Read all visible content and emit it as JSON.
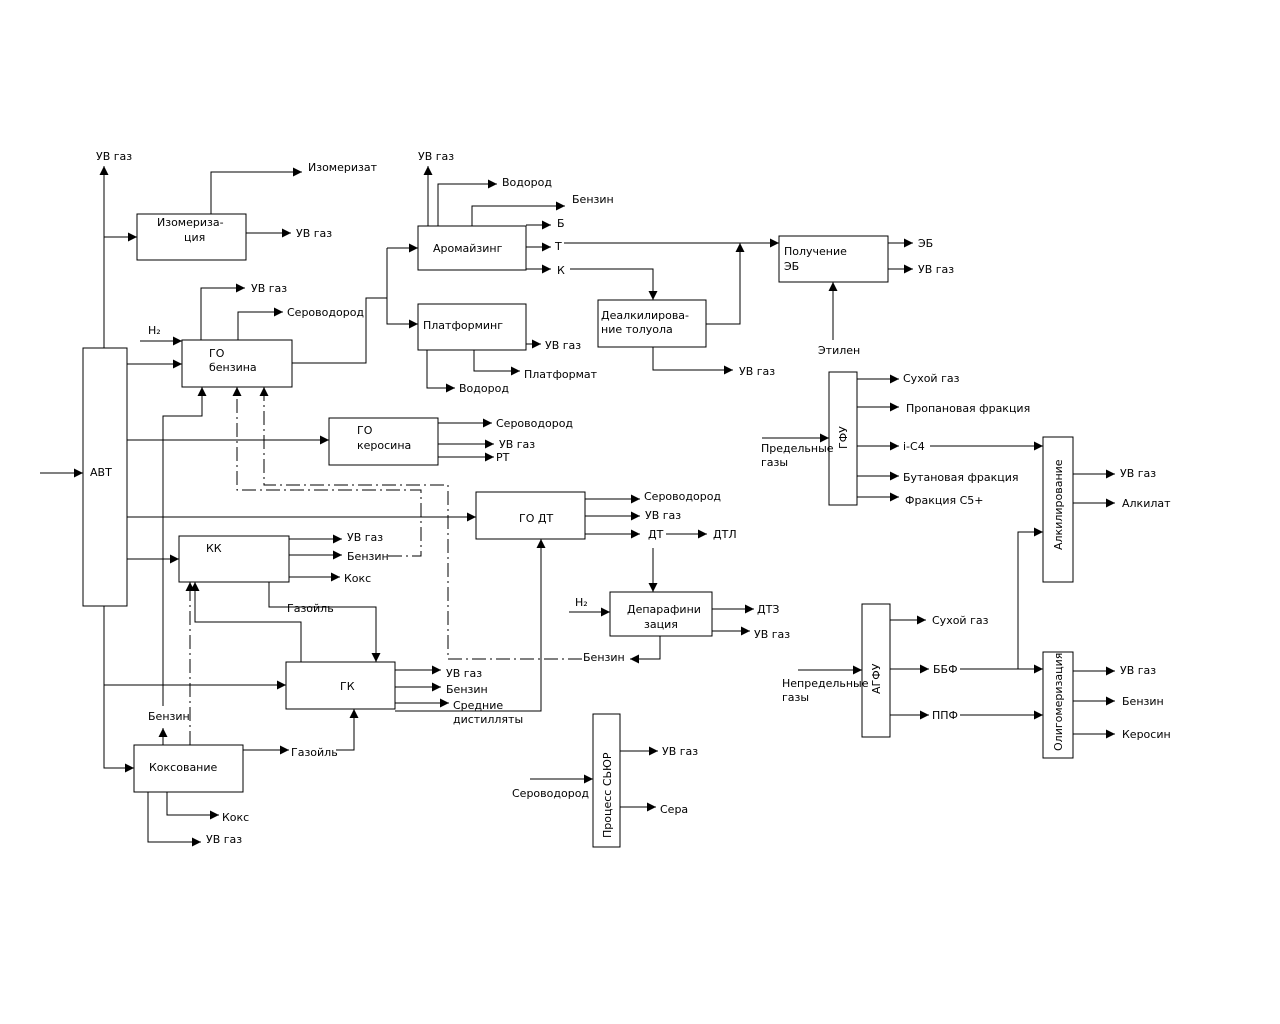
{
  "units": {
    "avt": "АВТ",
    "izomerizaciya": [
      "Изомериза-",
      "ция"
    ],
    "go_benzina": [
      "ГО",
      "бензина"
    ],
    "aromaizing": "Аромайзинг",
    "platforming": "Платформинг",
    "dealkilirovanie": [
      "Деалкилирова-",
      "ние толуола"
    ],
    "poluchenie_eb": [
      "Получение",
      "ЭБ"
    ],
    "go_kerosina": [
      "ГО",
      "керосина"
    ],
    "go_dt": "ГО ДТ",
    "kk": "КК",
    "gk": "ГК",
    "deparafinizaciya": [
      "Депарафини",
      "зация"
    ],
    "koksovanie": "Коксование",
    "claus": "Процесс СЬЮР",
    "gfu": "ГФУ",
    "agfu": "АГФУ",
    "alkilirovanie": "Алкилирование",
    "oligomerizaciya": "Олигомеризация"
  },
  "labels": {
    "uv_gaz": "УВ газ",
    "izomerizat": "Изомеризат",
    "h2": "H₂",
    "serovodorod": "Сероводород",
    "vodorod": "Водород",
    "benzin": "Бензин",
    "b": "Б",
    "t": "Т",
    "k": "К",
    "platformat": "Платформат",
    "eb": "ЭБ",
    "etilen": "Этилен",
    "rt": "РТ",
    "dt": "ДТ",
    "dtl": "ДТЛ",
    "dtz": "ДТЗ",
    "koks": "Кокс",
    "gazoil": "Газойль",
    "srednie": [
      "Средние",
      "дистилляты"
    ],
    "sera": "Сера",
    "predelnye": [
      "Предельные",
      "газы"
    ],
    "nepredelnye": [
      "Непредельные",
      "газы"
    ],
    "suhoi_gaz": "Сухой газ",
    "propanovaya": "Пропановая фракция",
    "i_c4": "i-C4",
    "butanovaya": "Бутановая фракция",
    "frakciya_c5": "Фракция С5+",
    "alkilat": "Алкилат",
    "bbf": "ББФ",
    "ppf": "ППФ",
    "kerosin": "Керосин"
  }
}
